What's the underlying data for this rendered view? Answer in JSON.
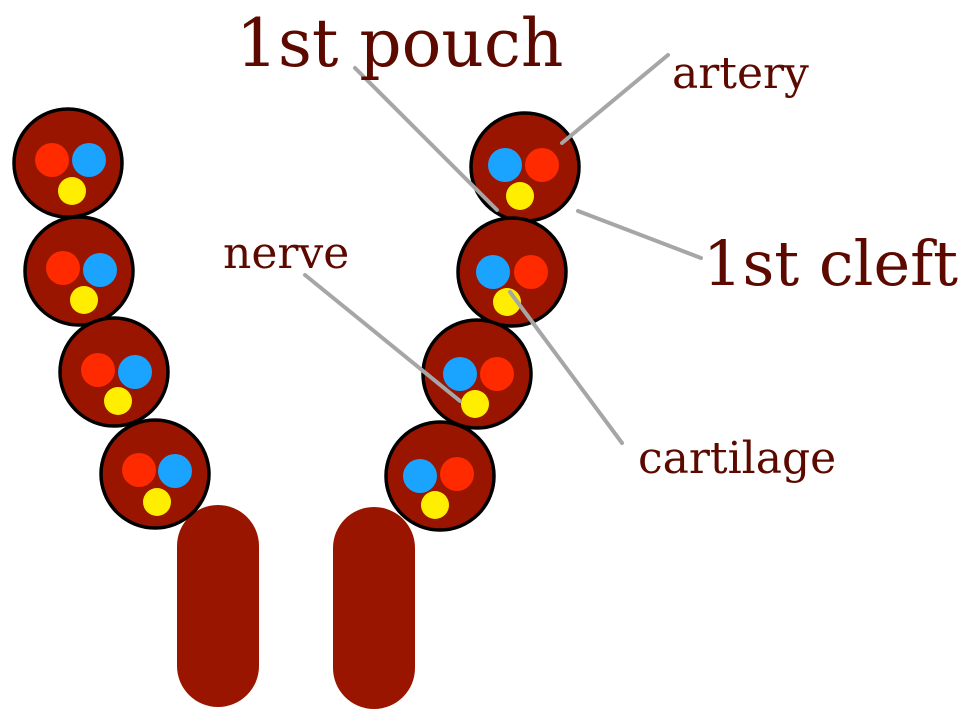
{
  "labels": {
    "first_pouch": "1st pouch",
    "artery": "artery",
    "first_cleft": "1st cleft",
    "nerve": "nerve",
    "cartilage": "cartilage"
  },
  "colors": {
    "arch_fill": "#991500",
    "outline": "#000000",
    "artery": "#ff2a00",
    "nerve": "#1aa3ff",
    "cartilage": "#ffee00",
    "label_text": "#5c0a00",
    "leader_line": "#a6a6a6"
  }
}
